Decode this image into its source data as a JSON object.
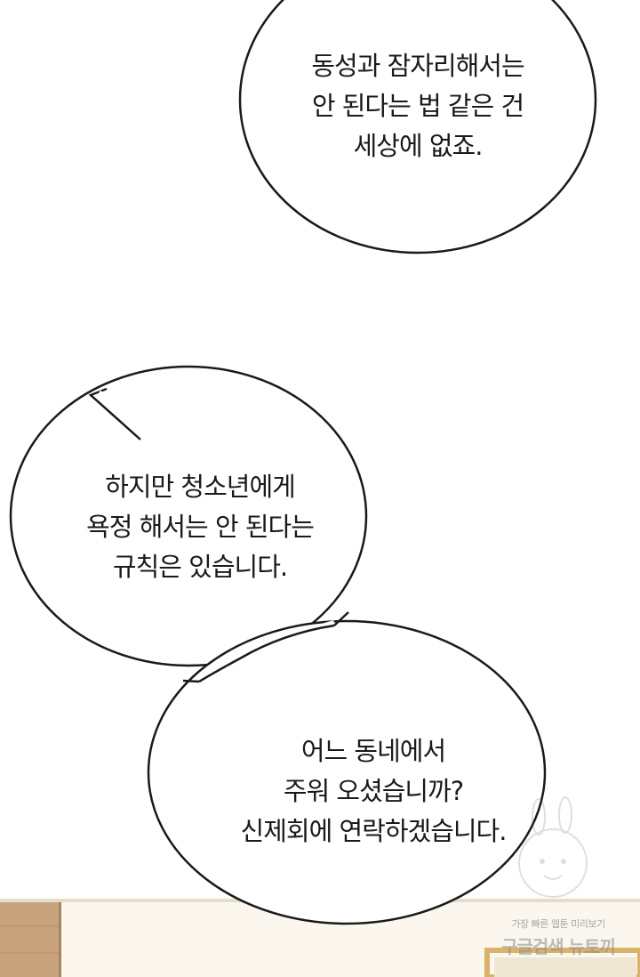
{
  "panel": {
    "bubbles": [
      {
        "lines": [
          "동성과 잠자리해서는",
          "안 된다는 법 같은 건",
          "세상에 없죠."
        ]
      },
      {
        "lines": [
          "하지만 청소년에게",
          "욕정 해서는 안 된다는",
          "규칙은 있습니다."
        ]
      },
      {
        "lines": [
          "어느 동네에서",
          "주워 오셨습니까?",
          "신제회에 연락하겠습니다."
        ]
      }
    ],
    "colors": {
      "background": "#ffffff",
      "bubble_fill": "#ffffff",
      "bubble_stroke": "#1a1a1a",
      "wall_wood": "#c9a27e",
      "wall_cream": "#fbf7ef",
      "frame_gold": "#d9b36a"
    }
  },
  "watermark": {
    "top": "가장 빠른 웹툰 미리보기",
    "bottom": "구글검색 뉴토끼"
  }
}
